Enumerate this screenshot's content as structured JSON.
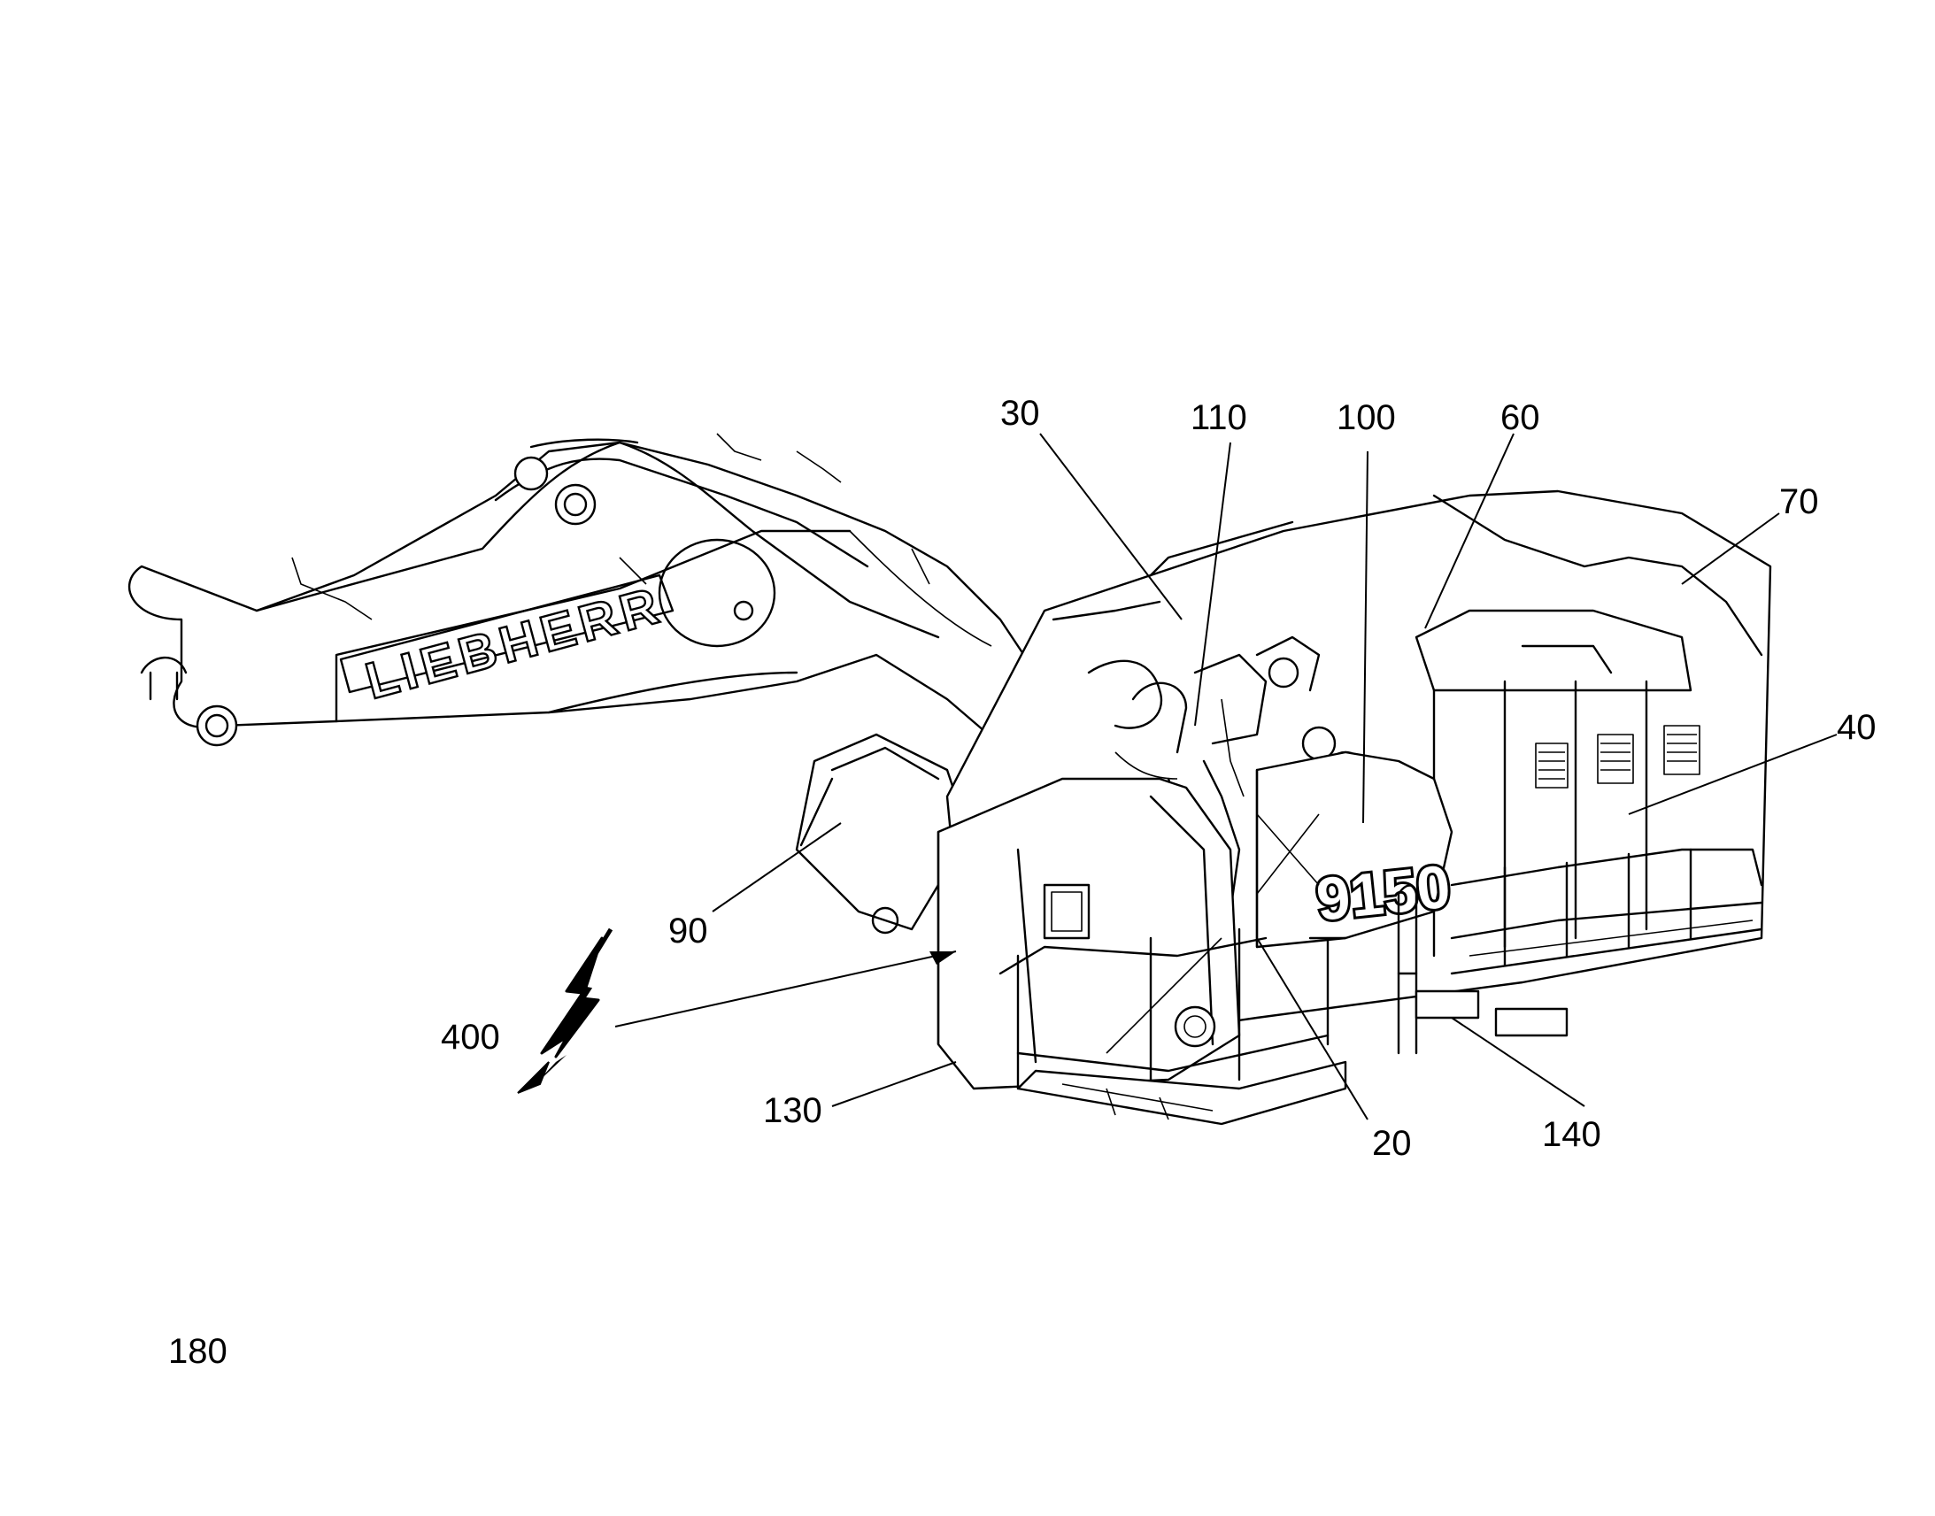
{
  "figure": {
    "brand_text": "LIEBHERR",
    "model_text": "9150",
    "reference_numerals": [
      {
        "id": "ref-30",
        "text": "30"
      },
      {
        "id": "ref-110",
        "text": "110"
      },
      {
        "id": "ref-100",
        "text": "100"
      },
      {
        "id": "ref-60",
        "text": "60"
      },
      {
        "id": "ref-70",
        "text": "70"
      },
      {
        "id": "ref-40",
        "text": "40"
      },
      {
        "id": "ref-90",
        "text": "90"
      },
      {
        "id": "ref-400",
        "text": "400"
      },
      {
        "id": "ref-130",
        "text": "130"
      },
      {
        "id": "ref-20",
        "text": "20"
      },
      {
        "id": "ref-140",
        "text": "140"
      },
      {
        "id": "ref-180",
        "text": "180"
      }
    ]
  }
}
